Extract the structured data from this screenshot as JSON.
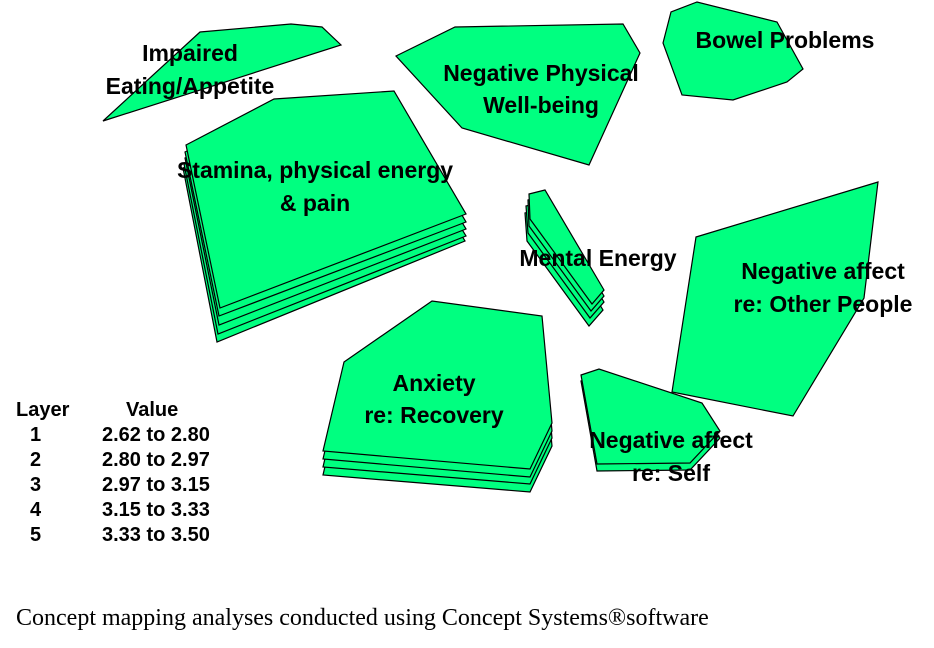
{
  "colors": {
    "cluster_fill": "#00ff80",
    "stroke": "#000000",
    "text": "#000000"
  },
  "clusters": {
    "eating": {
      "line1": "Impaired",
      "line2": "Eating/Appetite",
      "layers": 1
    },
    "physical": {
      "line1": "Negative Physical",
      "line2": "Well-being",
      "layers": 1
    },
    "bowel": {
      "line1": "Bowel Problems",
      "layers": 1
    },
    "stamina": {
      "line1": "Stamina, physical energy",
      "line2": "& pain",
      "layers": 5
    },
    "mental": {
      "line1": "Mental Energy",
      "layers": 4
    },
    "other_people": {
      "line1": "Negative affect",
      "line2": "re: Other People",
      "layers": 1
    },
    "anxiety": {
      "line1": "Anxiety",
      "line2": "re: Recovery",
      "layers": 4
    },
    "self": {
      "line1": "Negative affect",
      "line2": "re: Self",
      "layers": 2
    }
  },
  "legend": {
    "header_layer": "Layer",
    "header_value": "Value",
    "rows": [
      {
        "layer": "1",
        "range": "2.62 to 2.80"
      },
      {
        "layer": "2",
        "range": "2.80 to 2.97"
      },
      {
        "layer": "3",
        "range": "2.97 to 3.15"
      },
      {
        "layer": "4",
        "range": "3.15 to 3.33"
      },
      {
        "layer": "5",
        "range": "3.33 to 3.50"
      }
    ]
  },
  "footer": "Concept mapping analyses conducted using Concept Systems®software"
}
